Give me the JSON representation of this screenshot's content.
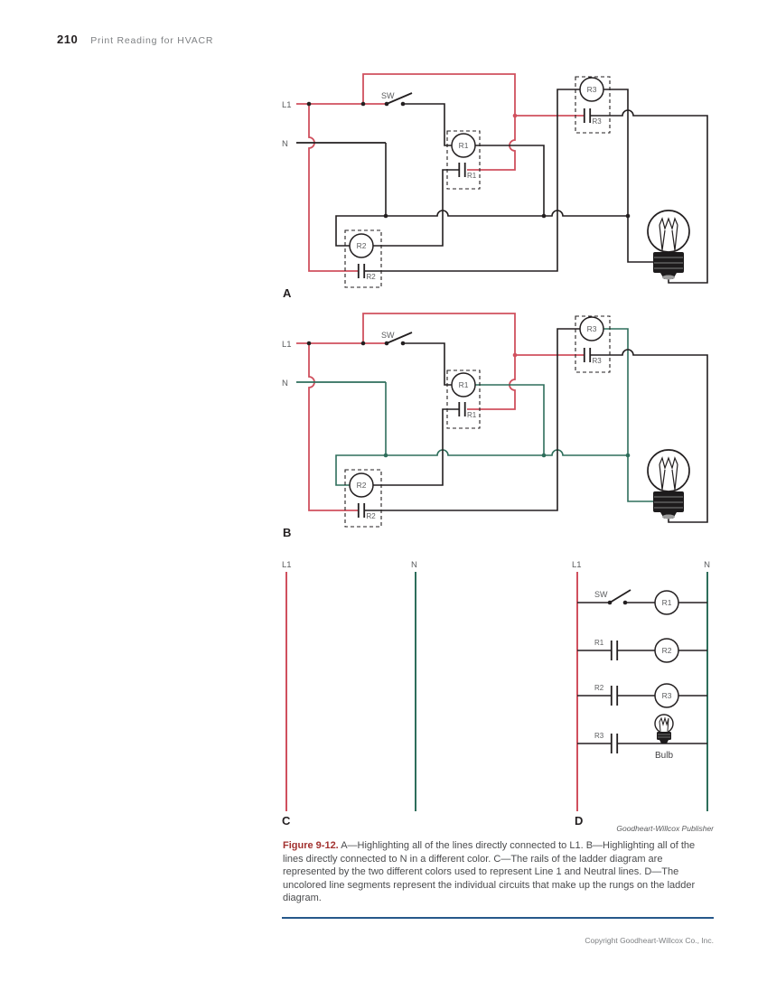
{
  "header": {
    "page_number": "210",
    "book_title": "Print Reading for HVACR"
  },
  "colors": {
    "line1_red": "#d0505e",
    "neutral_green": "#2e6e5b",
    "wire_black": "#231f20",
    "label_gray": "#5b5c5e",
    "figure_label_red": "#a2312f",
    "caption_text": "#4a4b4d",
    "rule_blue": "#26588a",
    "copyright_gray": "#7e8083"
  },
  "diagram_labels": {
    "l1": "L1",
    "n": "N",
    "sw": "SW",
    "r1": "R1",
    "r2": "R2",
    "r3": "R3",
    "bulb": "Bulb"
  },
  "panel_letters": {
    "a": "A",
    "b": "B",
    "c": "C",
    "d": "D"
  },
  "ladder_rungs": [
    {
      "contact": "SW",
      "coil": "R1",
      "type": "switch"
    },
    {
      "contact": "R1",
      "coil": "R2",
      "type": "contact"
    },
    {
      "contact": "R2",
      "coil": "R3",
      "type": "contact"
    },
    {
      "contact": "R3",
      "coil": "Bulb",
      "type": "bulb"
    }
  ],
  "caption": {
    "label": "Figure 9-12.",
    "body": "A—Highlighting all of the lines directly connected to L1. B—Highlighting all of the lines directly connected to N in a different color. C—The rails of the ladder diagram are represented by the two different colors used to represent Line 1 and Neutral lines. D—The uncolored line segments represent the individual circuits that make up the rungs on the ladder diagram."
  },
  "credits": {
    "publisher": "Goodheart-Willcox Publisher",
    "copyright": "Copyright Goodheart-Willcox Co., Inc."
  }
}
